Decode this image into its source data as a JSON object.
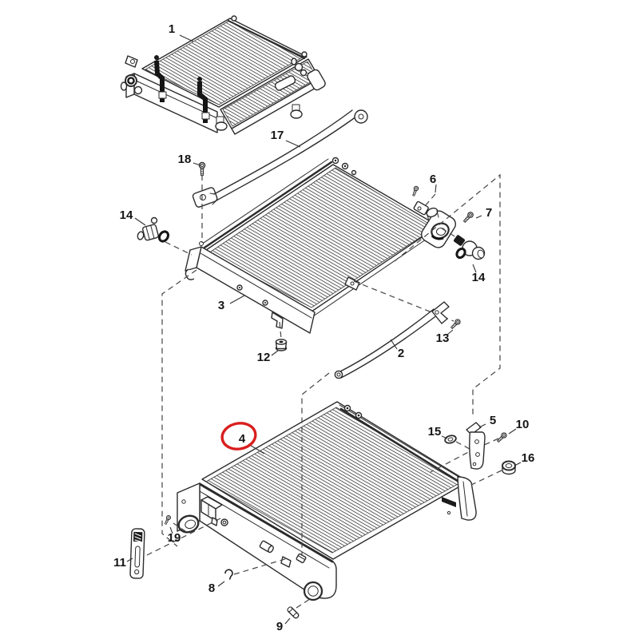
{
  "diagram": {
    "type": "exploded-parts-diagram",
    "background_color": "#ffffff",
    "line_color": "#2b2b2b",
    "highlight_color": "#d91f1f",
    "highlighted_part": "4",
    "callouts": {
      "c1": "1",
      "c2": "2",
      "c3": "3",
      "c4": "4",
      "c5": "5",
      "c6": "6",
      "c7": "7",
      "c8": "8",
      "c9": "9",
      "c10": "10",
      "c11": "11",
      "c12": "12",
      "c13": "13",
      "c14": "14",
      "c15": "15",
      "c16": "16",
      "c17": "17",
      "c18": "18",
      "c19": "19"
    }
  }
}
